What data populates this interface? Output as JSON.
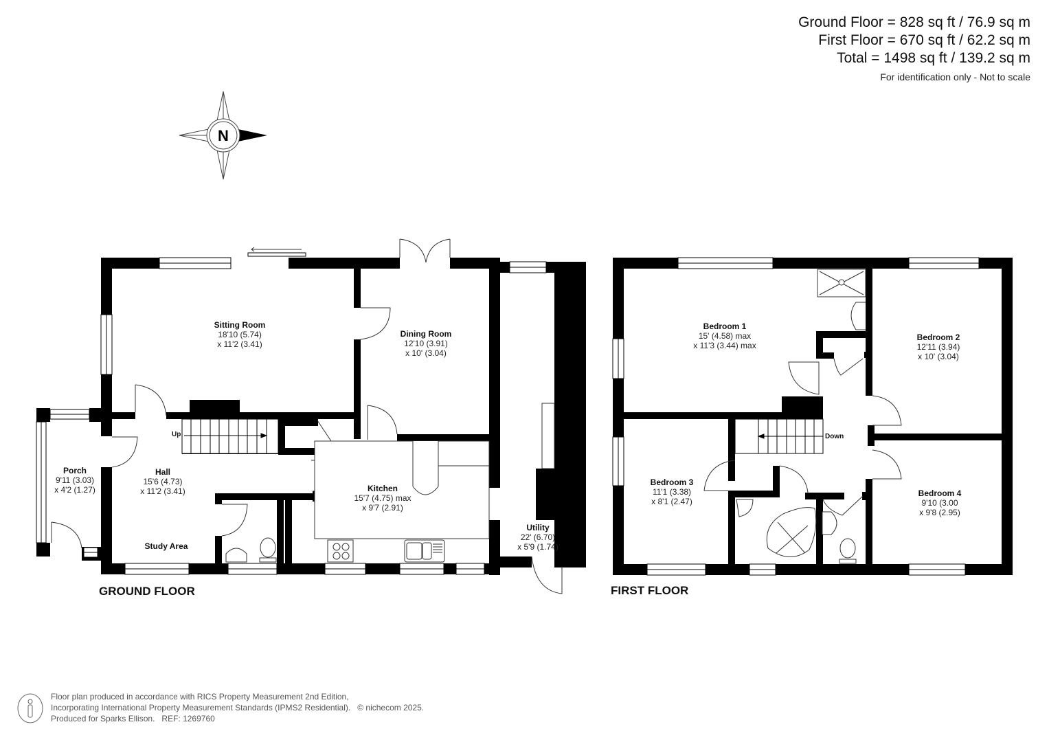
{
  "summary": {
    "ground_floor": "Ground Floor = 828 sq ft / 76.9 sq m",
    "first_floor": "First Floor = 670 sq ft / 62.2 sq m",
    "total": "Total = 1498 sq ft / 139.2 sq m",
    "note": "For identification only - Not to scale"
  },
  "compass": {
    "icon": "north-compass-icon",
    "letter": "N"
  },
  "ground_floor": {
    "label": "GROUND FLOOR",
    "rooms": {
      "sitting_room": {
        "name": "Sitting Room",
        "dim1": "18'10 (5.74)",
        "dim2": "x 11'2 (3.41)"
      },
      "dining_room": {
        "name": "Dining Room",
        "dim1": "12'10 (3.91)",
        "dim2": "x 10' (3.04)"
      },
      "porch": {
        "name": "Porch",
        "dim1": "9'11 (3.03)",
        "dim2": "x 4'2 (1.27)"
      },
      "hall": {
        "name": "Hall",
        "dim1": "15'6 (4.73)",
        "dim2": "x 11'2 (3.41)"
      },
      "kitchen": {
        "name": "Kitchen",
        "dim1": "15'7 (4.75) max",
        "dim2": "x 9'7 (2.91)"
      },
      "utility": {
        "name": "Utility",
        "dim1": "22' (6.70)",
        "dim2": "x 5'9 (1.74)"
      },
      "study_area": {
        "name": "Study Area"
      }
    },
    "stairs_label": "Up"
  },
  "first_floor": {
    "label": "FIRST FLOOR",
    "rooms": {
      "bedroom1": {
        "name": "Bedroom 1",
        "dim1": "15' (4.58) max",
        "dim2": "x 11'3 (3.44) max"
      },
      "bedroom2": {
        "name": "Bedroom 2",
        "dim1": "12'11 (3.94)",
        "dim2": "x 10' (3.04)"
      },
      "bedroom3": {
        "name": "Bedroom 3",
        "dim1": "11'1 (3.38)",
        "dim2": "x 8'1 (2.47)"
      },
      "bedroom4": {
        "name": "Bedroom 4",
        "dim1": "9'10 (3.00",
        "dim2": "x 9'8 (2.95)"
      }
    },
    "stairs_label": "Down"
  },
  "footer": {
    "line1": "Floor plan produced in accordance with RICS Property Measurement 2nd Edition,",
    "line2": "Incorporating International Property Measurement Standards (IPMS2 Residential).",
    "copyright": "© nichecom 2025.",
    "line3": "Produced for Sparks Ellison.   REF: 1269760"
  },
  "colors": {
    "wall": "#000000",
    "background": "#ffffff",
    "text": "#111111",
    "footer_text": "#555555"
  }
}
